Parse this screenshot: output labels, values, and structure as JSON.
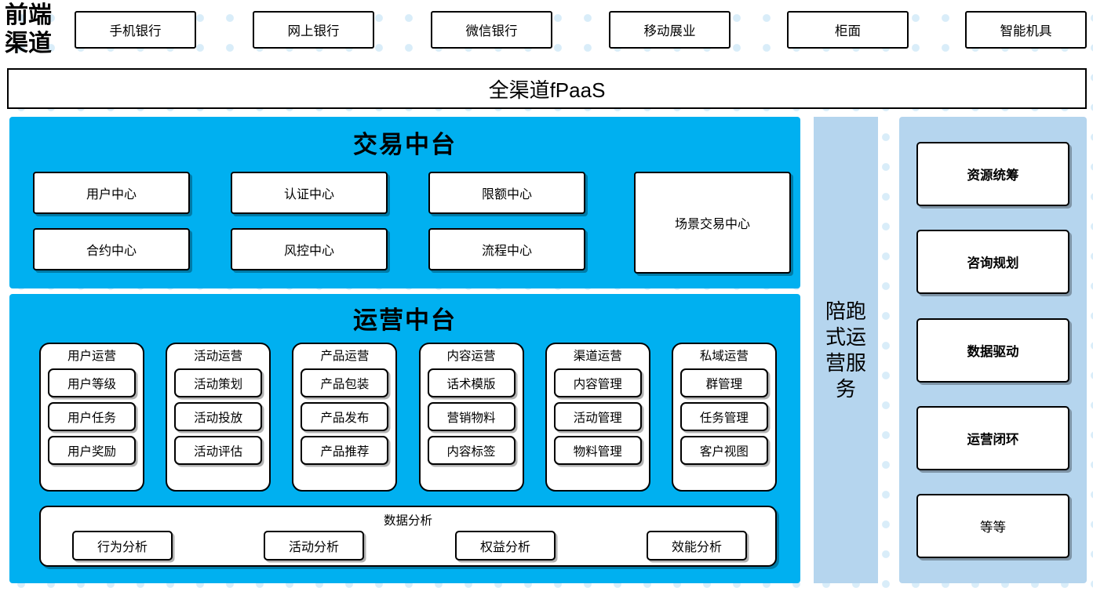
{
  "colors": {
    "cyan_panel": "#00b0f0",
    "light_blue_column": "#b5d5ee",
    "box_border": "#000000",
    "box_fill": "#ffffff",
    "background_dot": "#d9edf9"
  },
  "channel_row": {
    "label": "前端渠道",
    "items": [
      {
        "label": "手机银行"
      },
      {
        "label": "网上银行"
      },
      {
        "label": "微信银行"
      },
      {
        "label": "移动展业"
      },
      {
        "label": "柜面"
      },
      {
        "label": "智能机具"
      }
    ]
  },
  "fpaas_bar": {
    "label": "全渠道fPaaS"
  },
  "trade_platform": {
    "title": "交易中台",
    "cells": [
      {
        "label": "用户中心"
      },
      {
        "label": "认证中心"
      },
      {
        "label": "限额中心"
      },
      {
        "label": "合约中心"
      },
      {
        "label": "风控中心"
      },
      {
        "label": "流程中心"
      }
    ],
    "scene_box": {
      "label": "场景交易中心"
    }
  },
  "ops_platform": {
    "title": "运营中台",
    "columns": [
      {
        "title": "用户运营",
        "items": [
          {
            "label": "用户等级"
          },
          {
            "label": "用户任务"
          },
          {
            "label": "用户奖励"
          }
        ]
      },
      {
        "title": "活动运营",
        "items": [
          {
            "label": "活动策划"
          },
          {
            "label": "活动投放"
          },
          {
            "label": "活动评估"
          }
        ]
      },
      {
        "title": "产品运营",
        "items": [
          {
            "label": "产品包装"
          },
          {
            "label": "产品发布"
          },
          {
            "label": "产品推荐"
          }
        ]
      },
      {
        "title": "内容运营",
        "items": [
          {
            "label": "话术模版"
          },
          {
            "label": "营销物料"
          },
          {
            "label": "内容标签"
          }
        ]
      },
      {
        "title": "渠道运营",
        "items": [
          {
            "label": "内容管理"
          },
          {
            "label": "活动管理"
          },
          {
            "label": "物料管理"
          }
        ]
      },
      {
        "title": "私域运营",
        "items": [
          {
            "label": "群管理"
          },
          {
            "label": "任务管理"
          },
          {
            "label": "客户视图"
          }
        ]
      }
    ],
    "analysis": {
      "title": "数据分析",
      "items": [
        {
          "label": "行为分析"
        },
        {
          "label": "活动分析"
        },
        {
          "label": "权益分析"
        },
        {
          "label": "效能分析"
        }
      ]
    }
  },
  "accompany_column": {
    "label": "陪跑式运营服务"
  },
  "services_column": {
    "items": [
      {
        "label": "资源统筹",
        "bold": true
      },
      {
        "label": "咨询规划",
        "bold": true
      },
      {
        "label": "数据驱动",
        "bold": true
      },
      {
        "label": "运营闭环",
        "bold": true
      },
      {
        "label": "等等",
        "bold": false
      }
    ]
  }
}
